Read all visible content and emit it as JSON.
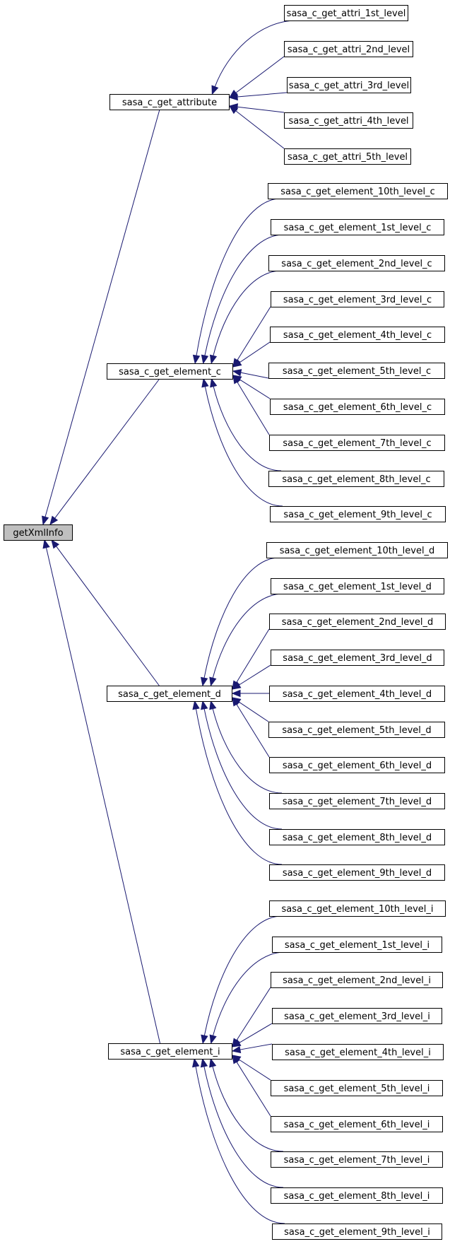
{
  "root": {
    "label": "getXmlInfo"
  },
  "colors": {
    "edge": "#191970",
    "root_fill": "#bfbfbf",
    "node_fill": "#ffffff",
    "border": "#000000"
  },
  "mid_nodes": [
    {
      "label": "sasa_c_get_attribute"
    },
    {
      "label": "sasa_c_get_element_c"
    },
    {
      "label": "sasa_c_get_element_d"
    },
    {
      "label": "sasa_c_get_element_i"
    }
  ],
  "groups": [
    [
      "sasa_c_get_attri_1st_level",
      "sasa_c_get_attri_2nd_level",
      "sasa_c_get_attri_3rd_level",
      "sasa_c_get_attri_4th_level",
      "sasa_c_get_attri_5th_level"
    ],
    [
      "sasa_c_get_element_10th_level_c",
      "sasa_c_get_element_1st_level_c",
      "sasa_c_get_element_2nd_level_c",
      "sasa_c_get_element_3rd_level_c",
      "sasa_c_get_element_4th_level_c",
      "sasa_c_get_element_5th_level_c",
      "sasa_c_get_element_6th_level_c",
      "sasa_c_get_element_7th_level_c",
      "sasa_c_get_element_8th_level_c",
      "sasa_c_get_element_9th_level_c"
    ],
    [
      "sasa_c_get_element_10th_level_d",
      "sasa_c_get_element_1st_level_d",
      "sasa_c_get_element_2nd_level_d",
      "sasa_c_get_element_3rd_level_d",
      "sasa_c_get_element_4th_level_d",
      "sasa_c_get_element_5th_level_d",
      "sasa_c_get_element_6th_level_d",
      "sasa_c_get_element_7th_level_d",
      "sasa_c_get_element_8th_level_d",
      "sasa_c_get_element_9th_level_d"
    ],
    [
      "sasa_c_get_element_10th_level_i",
      "sasa_c_get_element_1st_level_i",
      "sasa_c_get_element_2nd_level_i",
      "sasa_c_get_element_3rd_level_i",
      "sasa_c_get_element_4th_level_i",
      "sasa_c_get_element_5th_level_i",
      "sasa_c_get_element_6th_level_i",
      "sasa_c_get_element_7th_level_i",
      "sasa_c_get_element_8th_level_i",
      "sasa_c_get_element_9th_level_i"
    ]
  ]
}
